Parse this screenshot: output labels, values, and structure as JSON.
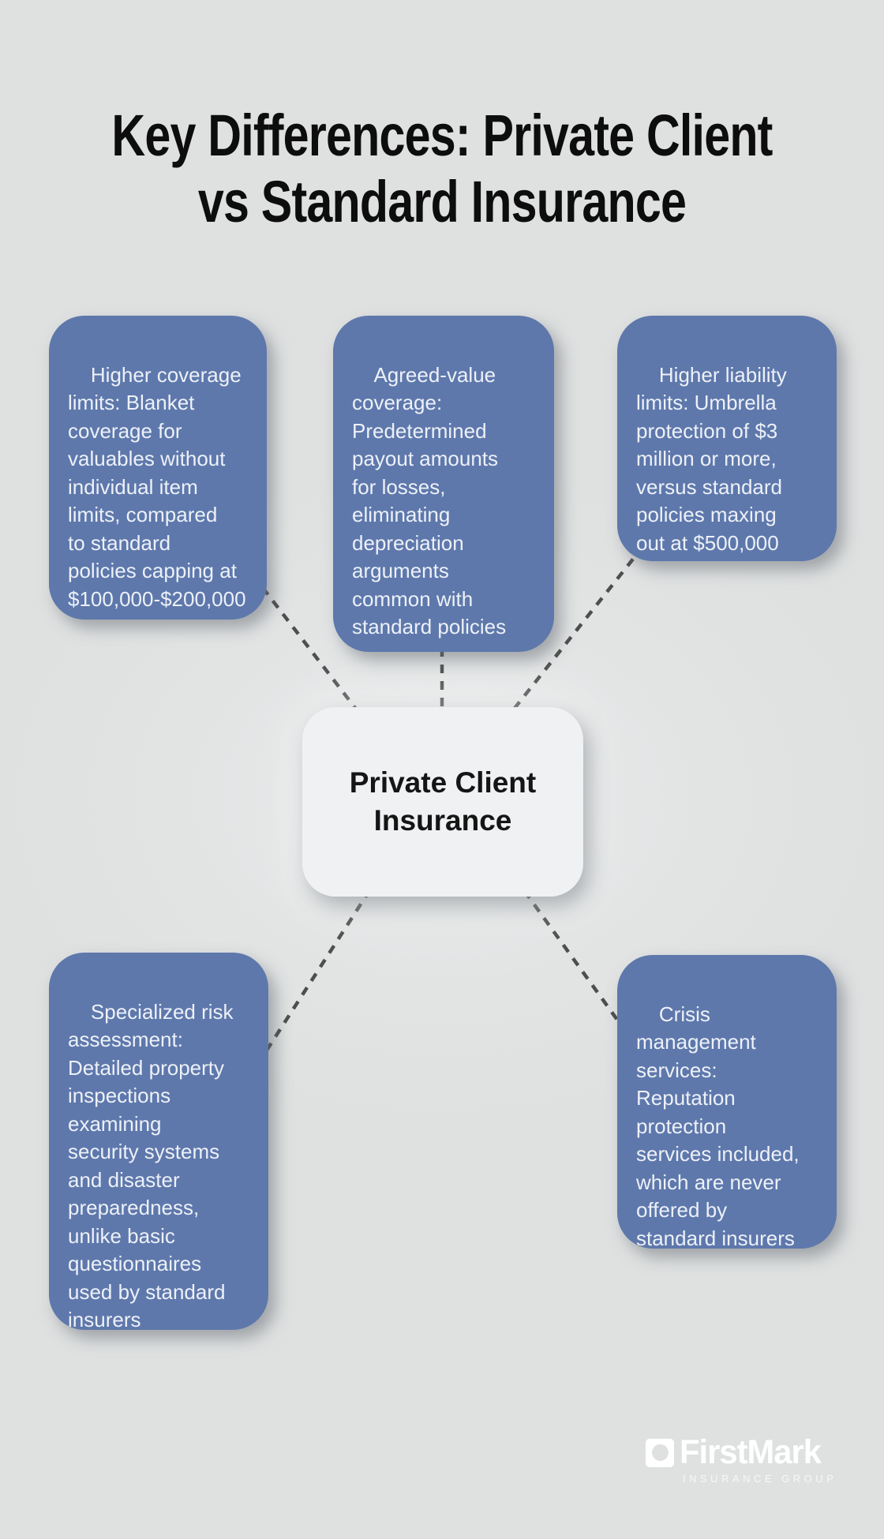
{
  "title": {
    "lines": [
      "Key Differences: Private Client",
      "vs Standard Insurance"
    ]
  },
  "center_node": {
    "lines": [
      "Private Client",
      "Insurance"
    ]
  },
  "cards": [
    {
      "id": "higher-coverage-limits",
      "lines": [
        "Higher coverage",
        "limits: Blanket",
        "coverage for",
        "valuables without",
        "individual item",
        "limits, compared",
        "to standard",
        "policies capping at",
        "$100,000-$200,000"
      ]
    },
    {
      "id": "agreed-value-coverage",
      "lines": [
        "Agreed-value",
        "coverage:",
        "Predetermined",
        "payout amounts",
        "for losses,",
        "eliminating",
        "depreciation",
        "arguments",
        "common with",
        "standard policies"
      ]
    },
    {
      "id": "higher-liability-limits",
      "lines": [
        "Higher liability",
        "limits: Umbrella",
        "protection of $3",
        "million or more,",
        "versus standard",
        "policies maxing",
        "out at $500,000"
      ]
    },
    {
      "id": "specialized-risk-assessment",
      "lines": [
        "Specialized risk",
        "assessment:",
        "Detailed property",
        "inspections",
        "examining",
        "security systems",
        "and disaster",
        "preparedness,",
        "unlike basic",
        "questionnaires",
        "used by standard",
        "insurers"
      ]
    },
    {
      "id": "crisis-management-services",
      "lines": [
        "Crisis",
        "management",
        "services:",
        "Reputation",
        "protection",
        "services included,",
        "which are never",
        "offered by",
        "standard insurers"
      ]
    }
  ],
  "logo": {
    "name": "FirstMark",
    "tagline": "INSURANCE GROUP"
  },
  "colors": {
    "background": "#dfe1e1",
    "card_fill": "#5e78ac",
    "card_text": "#edf1f7",
    "center_fill": "#eff1f3",
    "center_text": "#151515",
    "title_text": "#0d0d0d",
    "connector": "#4e4e4e",
    "logo_text": "#ffffff"
  }
}
